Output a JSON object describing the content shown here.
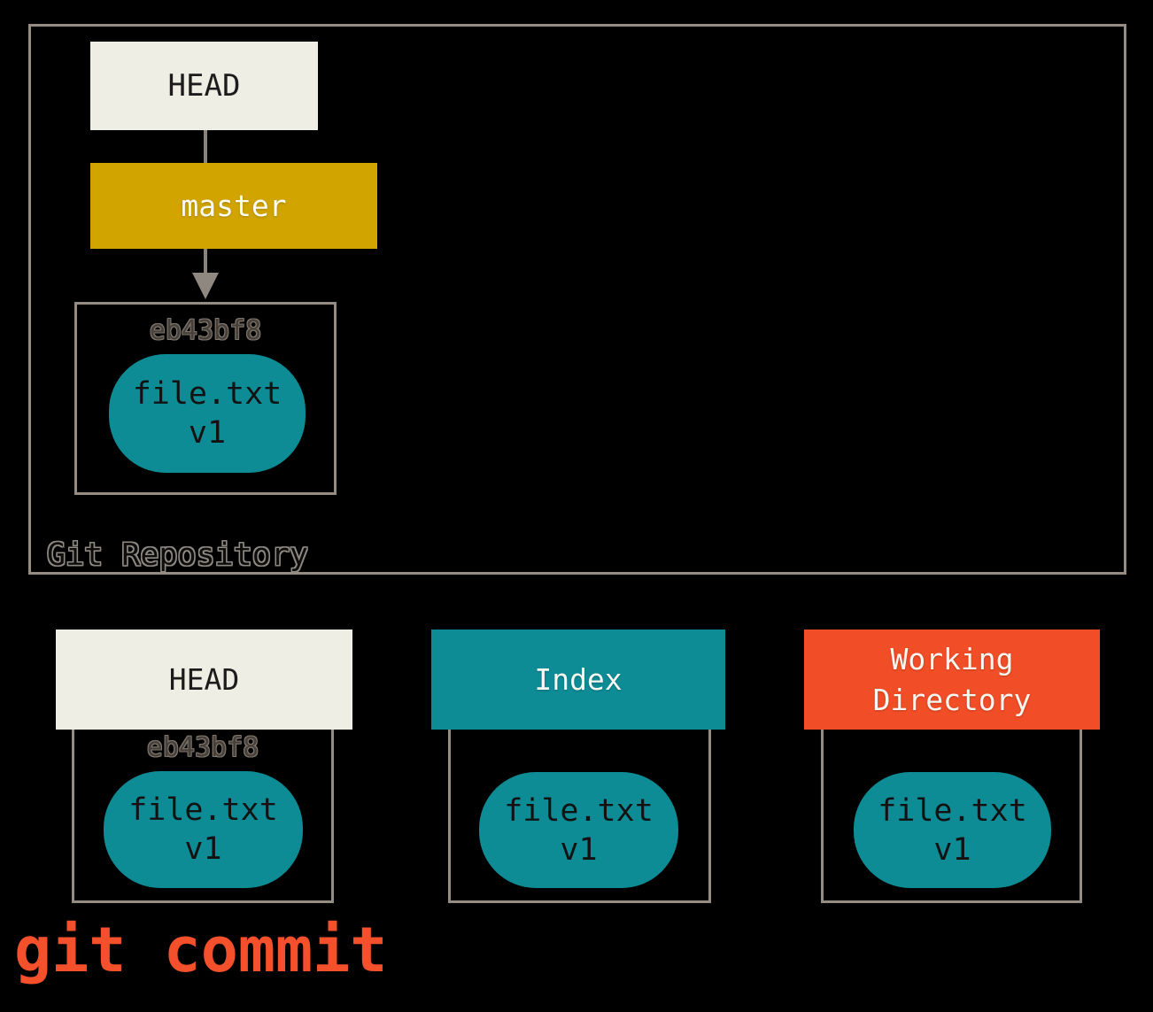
{
  "repository": {
    "label": "Git Repository",
    "head_label": "HEAD",
    "branch_label": "master",
    "commit": {
      "hash": "eb43bf8",
      "file": "file.txt",
      "version": "v1"
    }
  },
  "areas": [
    {
      "title": "HEAD",
      "hash": "eb43bf8",
      "file": "file.txt",
      "version": "v1"
    },
    {
      "title": "Index",
      "file": "file.txt",
      "version": "v1"
    },
    {
      "title": "Working Directory",
      "file": "file.txt",
      "version": "v1"
    }
  ],
  "command": "git commit",
  "colors": {
    "background": "#000000",
    "cream": "#EFEEE4",
    "gold": "#D1A400",
    "teal": "#0E8C96",
    "orange_red": "#F14E28",
    "command_red": "#F4502C",
    "border_taupe": "#958D83",
    "arrow_gray": "#8F8880"
  }
}
